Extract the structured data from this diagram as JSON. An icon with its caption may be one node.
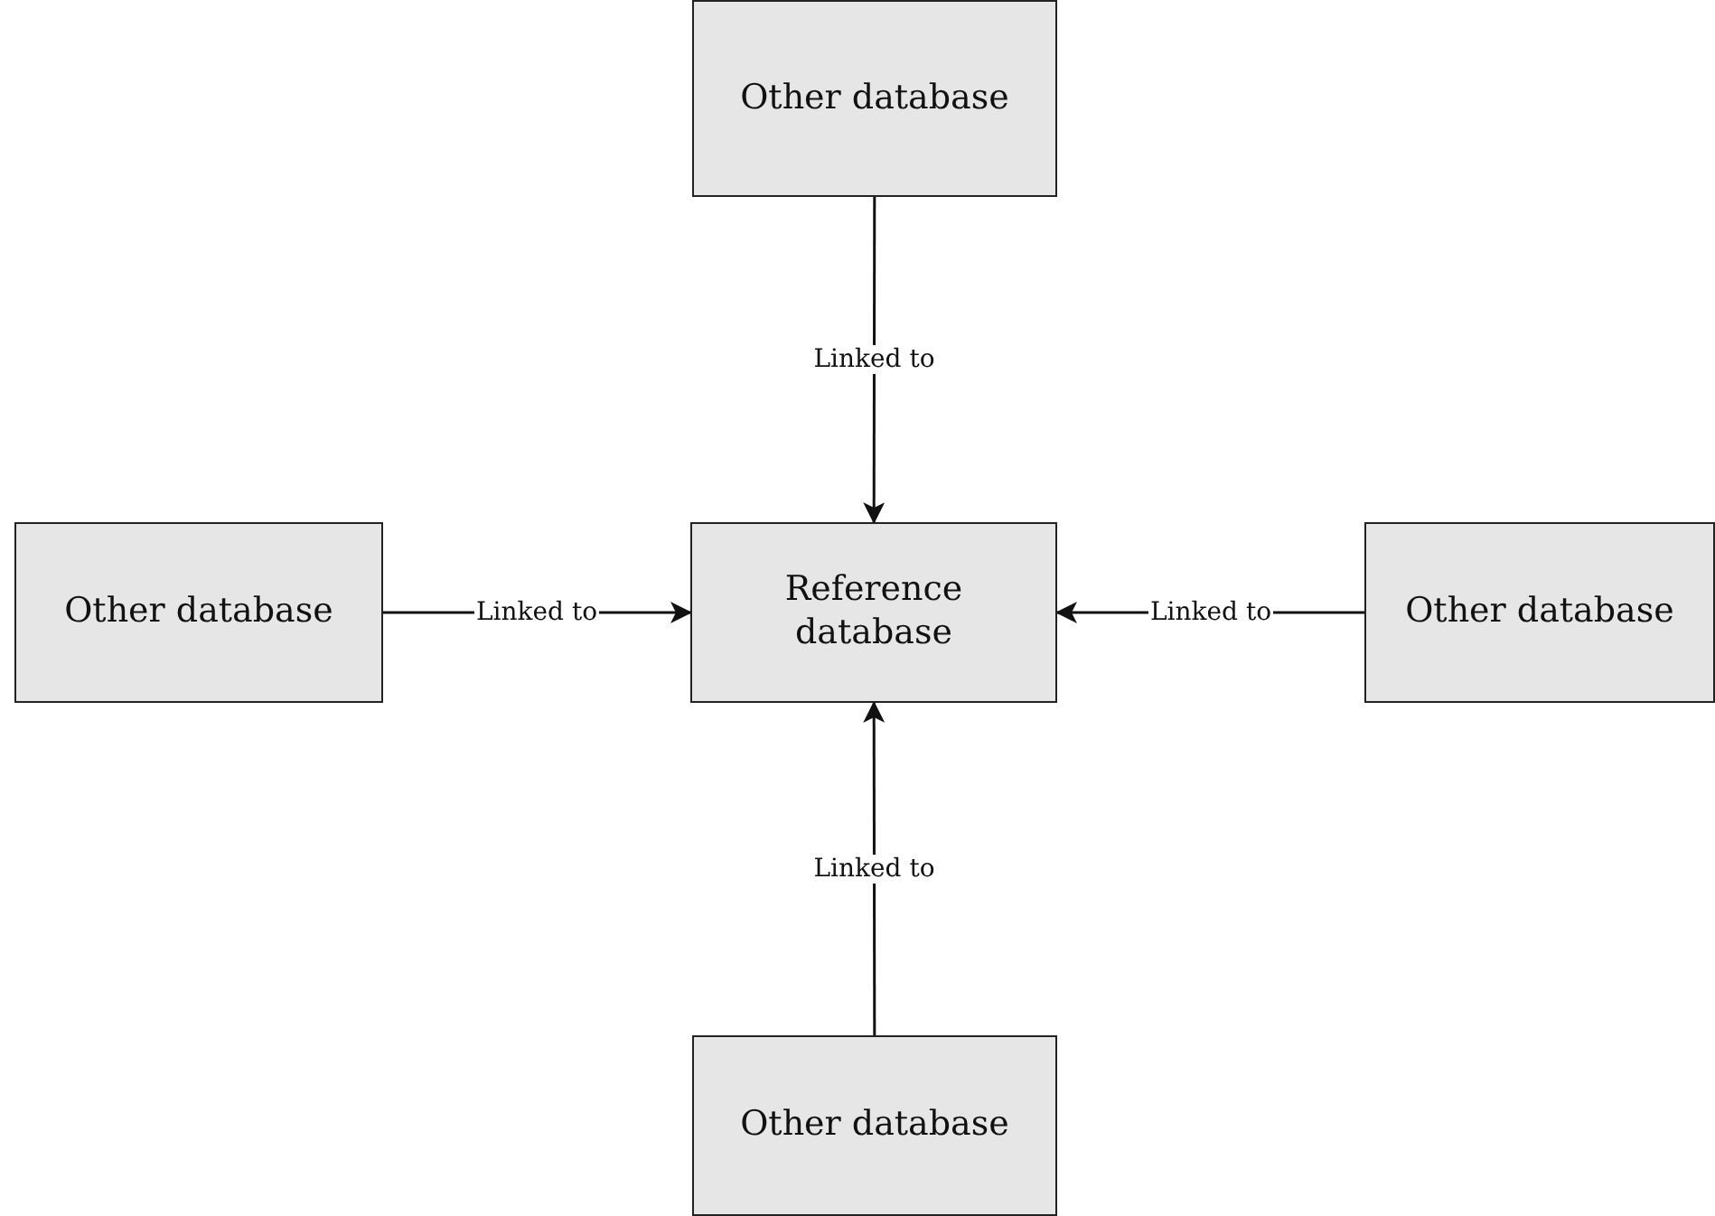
{
  "diagram": {
    "nodes": [
      {
        "text": [
          "Other database"
        ]
      },
      {
        "text": [
          "Other database"
        ]
      },
      {
        "text": [
          "Reference database"
        ]
      },
      {
        "text": [
          "Other database"
        ]
      },
      {
        "text": [
          "Other database"
        ]
      }
    ],
    "edges": [
      {
        "from": 0,
        "to": 2,
        "arrow": "to",
        "label": "Linked to"
      },
      {
        "from": 1,
        "to": 2,
        "arrow": "to",
        "label": "Linked to"
      },
      {
        "from": 3,
        "to": 2,
        "arrow": "to",
        "label": "Linked to"
      },
      {
        "from": 4,
        "to": 2,
        "arrow": "to",
        "label": "Linked to"
      }
    ]
  }
}
